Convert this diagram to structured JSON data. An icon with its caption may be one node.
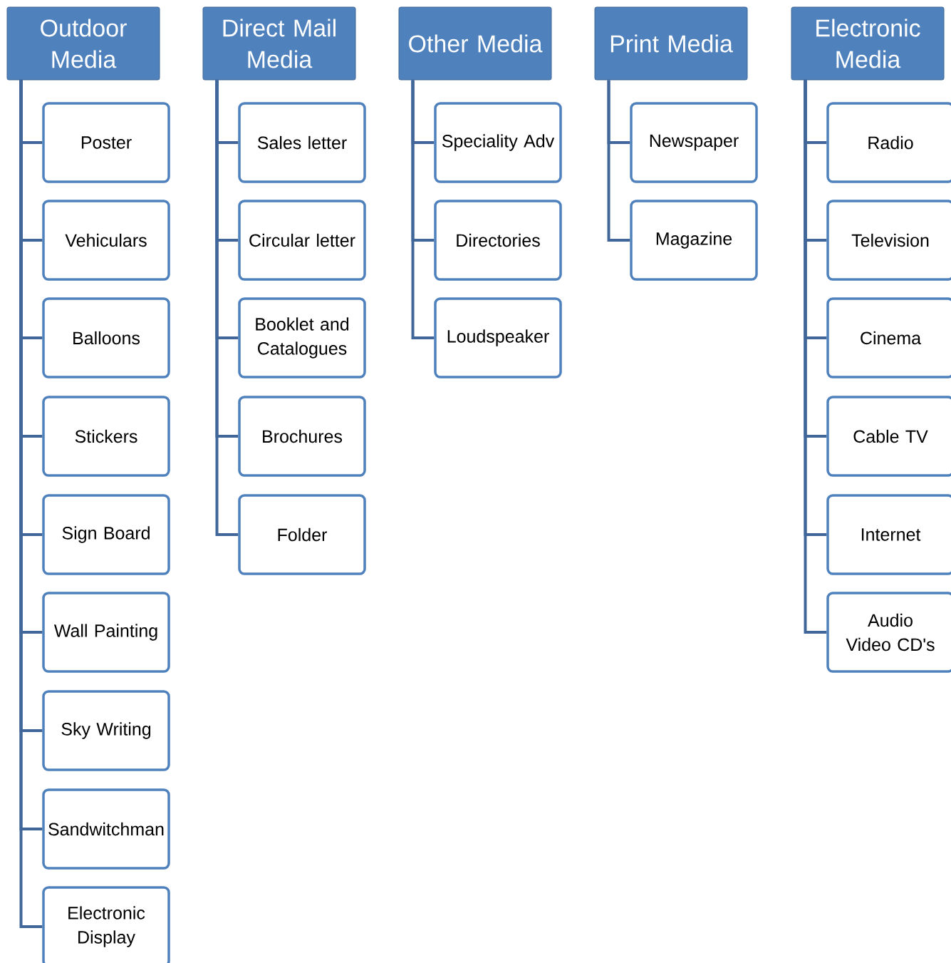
{
  "diagram": {
    "nodes": [
      {
        "text": [
          "Outdoor Media"
        ]
      },
      {
        "text": [
          "Poster"
        ]
      },
      {
        "text": [
          "Vehiculars"
        ]
      },
      {
        "text": [
          "Balloons"
        ]
      },
      {
        "text": [
          "Stickers"
        ]
      },
      {
        "text": [
          "Sign Board"
        ]
      },
      {
        "text": [
          "Wall Painting"
        ]
      },
      {
        "text": [
          "Sky Writing"
        ]
      },
      {
        "text": [
          "Sandwitchman"
        ]
      },
      {
        "text": [
          "Electronic Display"
        ]
      },
      {
        "text": [
          "Direct Mail Media"
        ]
      },
      {
        "text": [
          "Sales letter"
        ]
      },
      {
        "text": [
          "Circular letter"
        ]
      },
      {
        "text": [
          "Booklet and Catalogues"
        ]
      },
      {
        "text": [
          "Brochures"
        ]
      },
      {
        "text": [
          "Folder"
        ]
      },
      {
        "text": [
          "Other Media"
        ]
      },
      {
        "text": [
          "Speciality Adv"
        ]
      },
      {
        "text": [
          "Directories"
        ]
      },
      {
        "text": [
          "Loudspeaker"
        ]
      },
      {
        "text": [
          "Print Media"
        ]
      },
      {
        "text": [
          "Newspaper"
        ]
      },
      {
        "text": [
          "Magazine"
        ]
      },
      {
        "text": [
          "Electronic Media"
        ]
      },
      {
        "text": [
          "Radio"
        ]
      },
      {
        "text": [
          "Television"
        ]
      },
      {
        "text": [
          "Cinema"
        ]
      },
      {
        "text": [
          "Cable TV"
        ]
      },
      {
        "text": [
          "Internet"
        ]
      },
      {
        "text": [
          "Audio Video CD's"
        ]
      }
    ],
    "edges": [
      {
        "from": 0,
        "to": 1,
        "arrow": "none"
      },
      {
        "from": 0,
        "to": 2,
        "arrow": "none"
      },
      {
        "from": 0,
        "to": 3,
        "arrow": "none"
      },
      {
        "from": 0,
        "to": 4,
        "arrow": "none"
      },
      {
        "from": 0,
        "to": 5,
        "arrow": "none"
      },
      {
        "from": 0,
        "to": 6,
        "arrow": "none"
      },
      {
        "from": 0,
        "to": 7,
        "arrow": "none"
      },
      {
        "from": 0,
        "to": 8,
        "arrow": "none"
      },
      {
        "from": 0,
        "to": 9,
        "arrow": "none"
      },
      {
        "from": 10,
        "to": 11,
        "arrow": "none"
      },
      {
        "from": 10,
        "to": 12,
        "arrow": "none"
      },
      {
        "from": 10,
        "to": 13,
        "arrow": "none"
      },
      {
        "from": 10,
        "to": 14,
        "arrow": "none"
      },
      {
        "from": 10,
        "to": 15,
        "arrow": "none"
      },
      {
        "from": 16,
        "to": 17,
        "arrow": "none"
      },
      {
        "from": 16,
        "to": 18,
        "arrow": "none"
      },
      {
        "from": 16,
        "to": 19,
        "arrow": "none"
      },
      {
        "from": 20,
        "to": 21,
        "arrow": "none"
      },
      {
        "from": 20,
        "to": 22,
        "arrow": "none"
      },
      {
        "from": 23,
        "to": 24,
        "arrow": "none"
      },
      {
        "from": 23,
        "to": 25,
        "arrow": "none"
      },
      {
        "from": 23,
        "to": 26,
        "arrow": "none"
      },
      {
        "from": 23,
        "to": 27,
        "arrow": "none"
      },
      {
        "from": 23,
        "to": 28,
        "arrow": "none"
      },
      {
        "from": 23,
        "to": 29,
        "arrow": "none"
      }
    ]
  }
}
